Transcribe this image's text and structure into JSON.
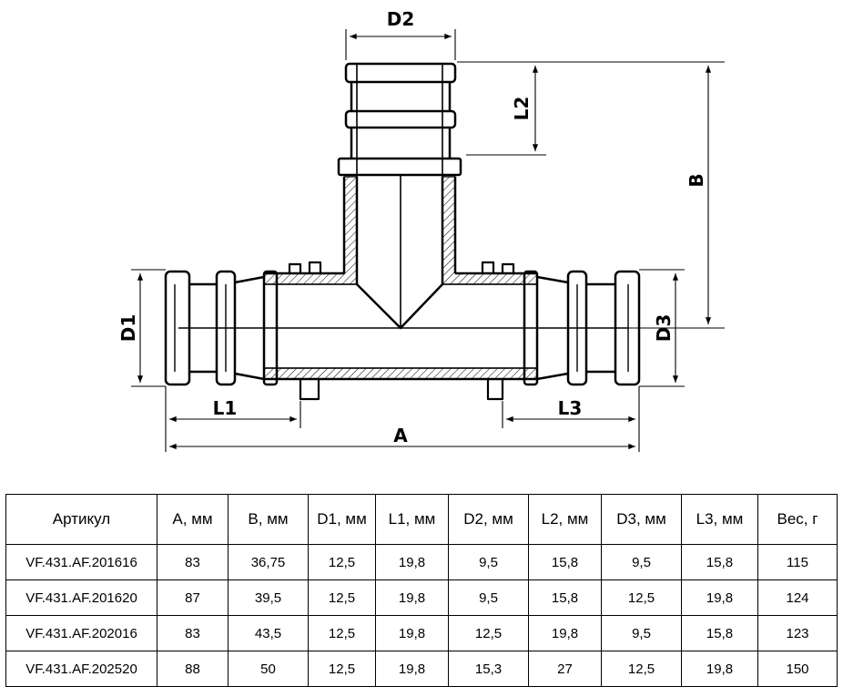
{
  "diagram": {
    "labels": {
      "d2": "D2",
      "l2": "L2",
      "b": "B",
      "d1": "D1",
      "d3": "D3",
      "l1": "L1",
      "l3": "L3",
      "a": "A"
    }
  },
  "table": {
    "headers": [
      "Артикул",
      "A, мм",
      "B, мм",
      "D1, мм",
      "L1, мм",
      "D2, мм",
      "L2, мм",
      "D3, мм",
      "L3, мм",
      "Вес, г"
    ],
    "rows": [
      [
        "VF.431.AF.201616",
        "83",
        "36,75",
        "12,5",
        "19,8",
        "9,5",
        "15,8",
        "9,5",
        "15,8",
        "115"
      ],
      [
        "VF.431.AF.201620",
        "87",
        "39,5",
        "12,5",
        "19,8",
        "9,5",
        "15,8",
        "12,5",
        "19,8",
        "124"
      ],
      [
        "VF.431.AF.202016",
        "83",
        "43,5",
        "12,5",
        "19,8",
        "12,5",
        "19,8",
        "9,5",
        "15,8",
        "123"
      ],
      [
        "VF.431.AF.202520",
        "88",
        "50",
        "12,5",
        "19,8",
        "15,3",
        "27",
        "12,5",
        "19,8",
        "150"
      ]
    ]
  }
}
